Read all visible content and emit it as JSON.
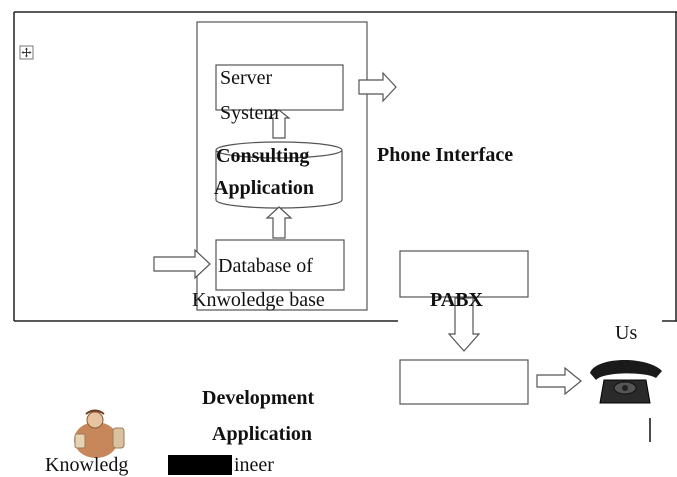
{
  "diagram": {
    "server": {
      "line1": "Server",
      "line2": "System"
    },
    "consulting": {
      "line1": "Consulting",
      "line2": "Application"
    },
    "database": {
      "line1": "Database of",
      "line2": "Knwoledge base"
    },
    "phone_interface": "Phone Interface",
    "pabx": "PABX",
    "user_partial": "Us",
    "development": {
      "line1": "Development",
      "line2": "Application"
    },
    "knowledge_engineer": {
      "left": "Knowledg",
      "right": "ineer"
    },
    "icons": [
      "move-handle-icon",
      "telephone-icon",
      "knowledge-engineer-icon"
    ]
  }
}
